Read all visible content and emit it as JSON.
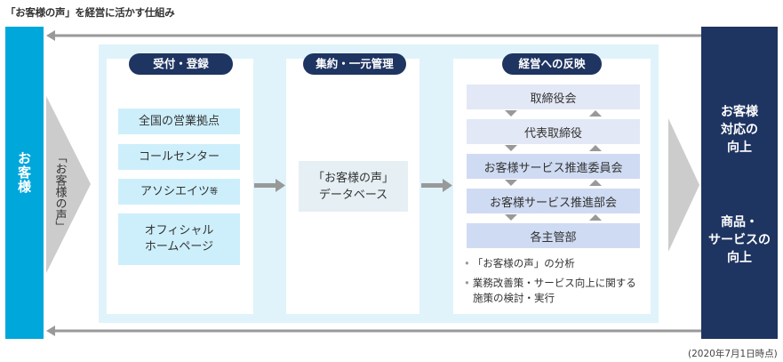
{
  "title": "「お客様の声」を経営に活かす仕組み",
  "customer_label": "お客様",
  "voice_label": "「お客様の声」",
  "stages": [
    {
      "label": "受付・登録",
      "channels": [
        {
          "text": "全国の営業拠点",
          "suffix": ""
        },
        {
          "text": "コールセンター",
          "suffix": ""
        },
        {
          "text": "アソシエイツ",
          "suffix": "等"
        },
        {
          "text": "オフィシャル\nホームページ",
          "suffix": ""
        }
      ]
    },
    {
      "label": "集約・一元管理",
      "database": "「お客様の声」\nデータベース"
    },
    {
      "label": "経営への反映",
      "org_levels": [
        "取締役会",
        "代表取締役",
        "お客様サービス推進委員会",
        "お客様サービス推進部会",
        "各主管部"
      ],
      "bullets": [
        "「お客様の声」の分析",
        "業務改善策・サービス向上に関する",
        "施策の検討・実行"
      ]
    }
  ],
  "outcomes": [
    "お客様\n対応の\n向上",
    "商品・\nサービスの\n向上"
  ],
  "note": "(2020年7月1日時点)",
  "colors": {
    "customer_blue": "#00a7db",
    "navy": "#1e3461",
    "light_bg": "#e0f3fb",
    "arrow_gray": "#999999",
    "chevron_gray": "#cccccc"
  }
}
